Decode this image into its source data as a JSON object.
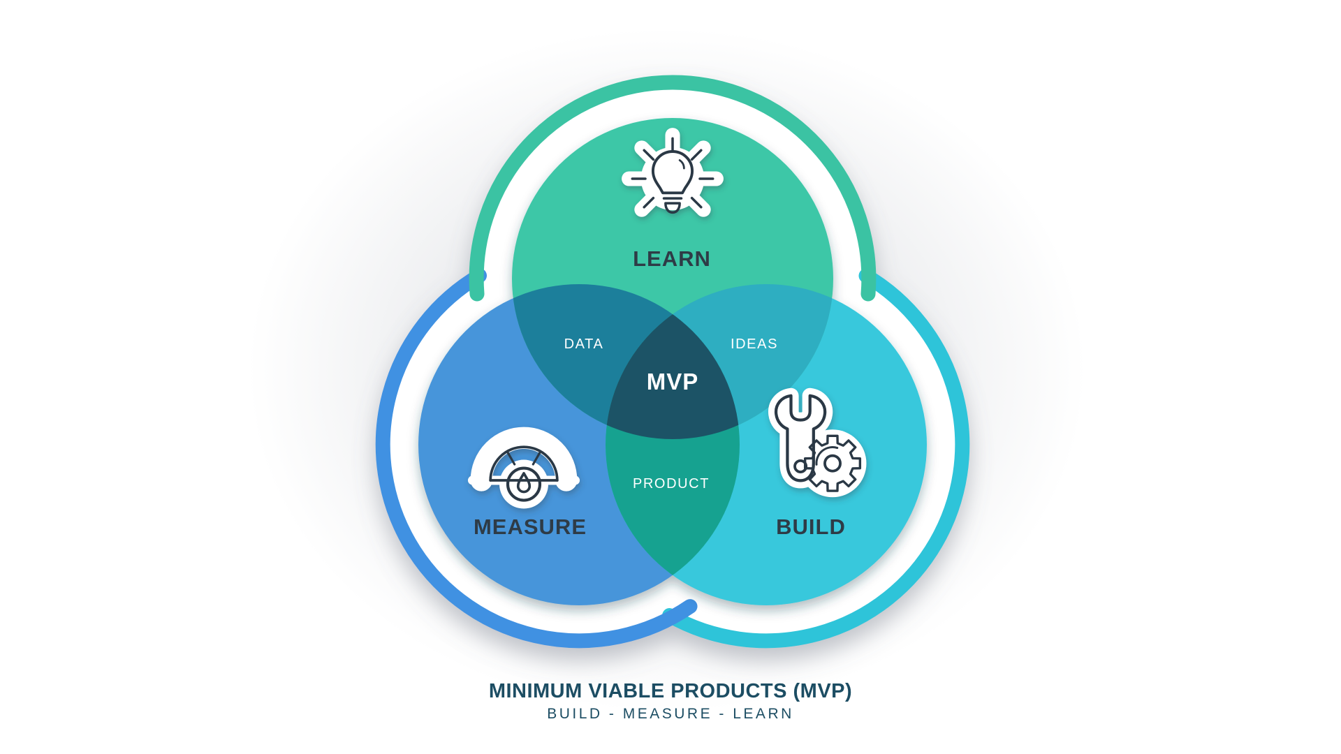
{
  "diagram": {
    "type": "venn-infographic",
    "circles": [
      {
        "id": "learn",
        "label": "LEARN",
        "icon": "lightbulb-icon",
        "color": "#3CC7A7",
        "ring_color": "#3BC3A3",
        "icon_accent": "#7FDCC2"
      },
      {
        "id": "measure",
        "label": "MEASURE",
        "icon": "gauge-icon",
        "color": "#4795DA",
        "ring_color": "#4191E2"
      },
      {
        "id": "build",
        "label": "BUILD",
        "icon": "wrench-gear-icon",
        "color": "#38C8DC",
        "ring_color": "#2FC4D9"
      }
    ],
    "intersections": [
      {
        "id": "learn-measure",
        "label": "DATA",
        "color": "#1F7F9B"
      },
      {
        "id": "learn-build",
        "label": "IDEAS",
        "color": "#2DAEC1"
      },
      {
        "id": "measure-build",
        "label": "PRODUCT",
        "color": "#16A290"
      },
      {
        "id": "center",
        "label": "MVP",
        "color": "#1D5366"
      }
    ],
    "footer": {
      "title": "MINIMUM VIABLE PRODUCTS (MVP)",
      "subtitle": "BUILD - MEASURE - LEARN"
    },
    "colors": {
      "outline_dark": "#2B3945",
      "circle_label": "#2E3B46",
      "intersection_label": "#FFFFFF",
      "center_label_color": "#FFFFFF",
      "title_color": "#1C4D63",
      "white_ring": "#FFFFFF",
      "background": "#FFFFFF"
    }
  }
}
